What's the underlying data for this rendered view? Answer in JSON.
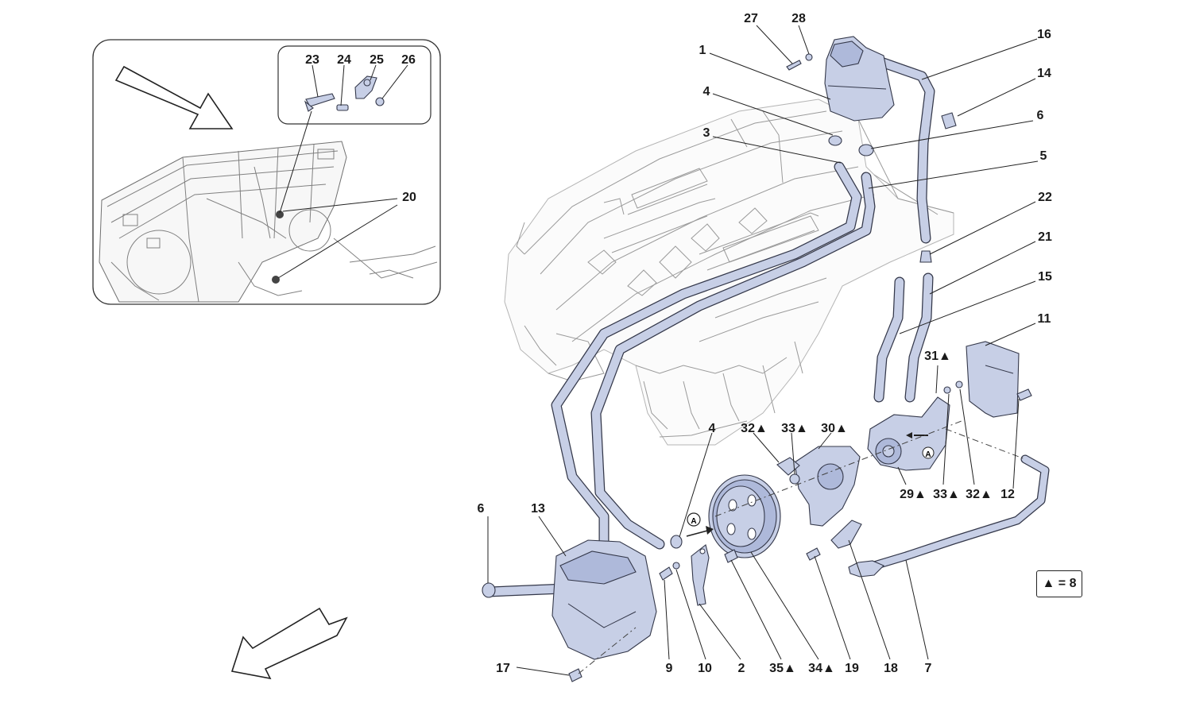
{
  "labels": {
    "l1": "1",
    "l2": "2",
    "l3": "3",
    "l4a": "4",
    "l4b": "4",
    "l5": "5",
    "l6a": "6",
    "l6b": "6",
    "l7": "7",
    "l9": "9",
    "l10": "10",
    "l11": "11",
    "l12": "12",
    "l13": "13",
    "l14": "14",
    "l15": "15",
    "l16": "16",
    "l17": "17",
    "l18": "18",
    "l19": "19",
    "l20": "20",
    "l21": "21",
    "l22": "22",
    "l23": "23",
    "l24": "24",
    "l25": "25",
    "l26": "26",
    "l27": "27",
    "l28": "28",
    "l29": "29▲",
    "l30": "30▲",
    "l31": "31▲",
    "l32a": "32▲",
    "l32b": "32▲",
    "l33a": "33▲",
    "l33b": "33▲",
    "l34": "34▲",
    "l35": "35▲"
  },
  "ref_marker": "A",
  "legend": "▲ = 8",
  "colors": {
    "part_fill": "#c7cfe6",
    "part_stroke": "#34384a",
    "engine_line": "#9a9a9a"
  },
  "icons": [
    "direction-arrow-icon",
    "reference-circle-icon",
    "triangle-marker-icon"
  ]
}
